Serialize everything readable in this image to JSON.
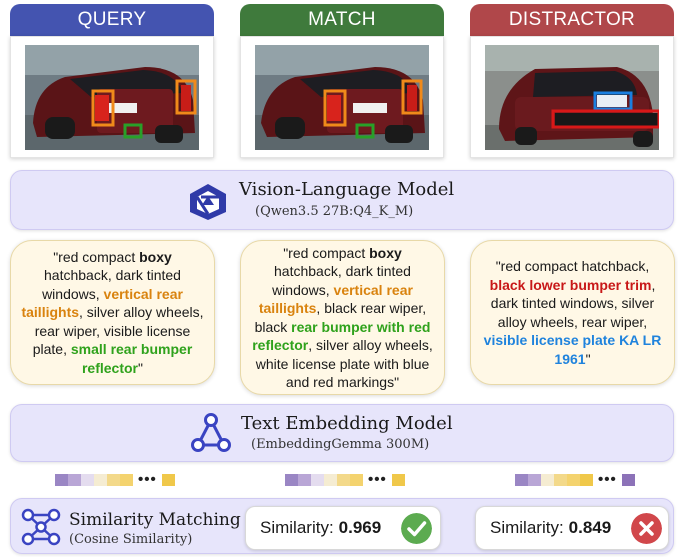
{
  "columns": [
    {
      "header": "QUERY",
      "color": "#4454b0"
    },
    {
      "header": "MATCH",
      "color": "#3f7a3c"
    },
    {
      "header": "DISTRACTOR",
      "color": "#b0474a"
    }
  ],
  "vlm": {
    "title": "Vision-Language Model",
    "subtitle": "(Qwen3.5 27B:Q4_K_M)",
    "icon": "vlm-logo-icon"
  },
  "descriptions": {
    "query": {
      "t1": "\"red compact ",
      "t2": "boxy",
      "t3": " hatchback, dark tinted windows, ",
      "t4": "vertical rear taillights",
      "t5": ", silver alloy wheels, rear wiper, visible license plate, ",
      "t6": "small rear bumper reflector",
      "t7": "\""
    },
    "match": {
      "t1": "\"red compact ",
      "t2": "boxy",
      "t3": " hatchback, dark tinted windows, ",
      "t4": "vertical rear taillights",
      "t5": ", black rear wiper, black ",
      "t6": "rear bumper with red reflector",
      "t7": ", silver alloy wheels, white license plate with blue and red markings\""
    },
    "distractor": {
      "t1": "\"red compact hatchback, ",
      "t2": "black lower bumper trim",
      "t3": ", dark tinted windows, silver alloy wheels, rear wiper, ",
      "t4": "visible license plate KA LR 1961",
      "t5": "\""
    }
  },
  "embedding_model": {
    "title": "Text Embedding Model",
    "subtitle": "(EmbeddingGemma 300M)",
    "icon": "embedding-model-icon"
  },
  "embeddings": {
    "ellipsis": "•••",
    "query_colors": [
      "#9a86c4",
      "#b9a6d6",
      "#e4dcef",
      "#f5ecd2",
      "#f3d98a",
      "#f4d36e",
      "#f0c84a"
    ],
    "match_colors": [
      "#9a86c4",
      "#b9a6d6",
      "#e4dcef",
      "#f5ecd2",
      "#f3d98a",
      "#f4d36e",
      "#f0c84a"
    ],
    "distractor_colors": [
      "#9a86c4",
      "#b9a6d6",
      "#f5ecd2",
      "#f3d98a",
      "#f4d36e",
      "#f0c84a",
      "#8c72b8"
    ]
  },
  "similarity": {
    "title": "Similarity Matching",
    "subtitle": "(Cosine Similarity)",
    "icon": "network-icon",
    "match": {
      "label": "Similarity:",
      "value": "0.969",
      "status": "check-icon",
      "color": "#5cab50"
    },
    "distractor": {
      "label": "Similarity:",
      "value": "0.849",
      "status": "cross-icon",
      "color": "#d1474b"
    }
  }
}
